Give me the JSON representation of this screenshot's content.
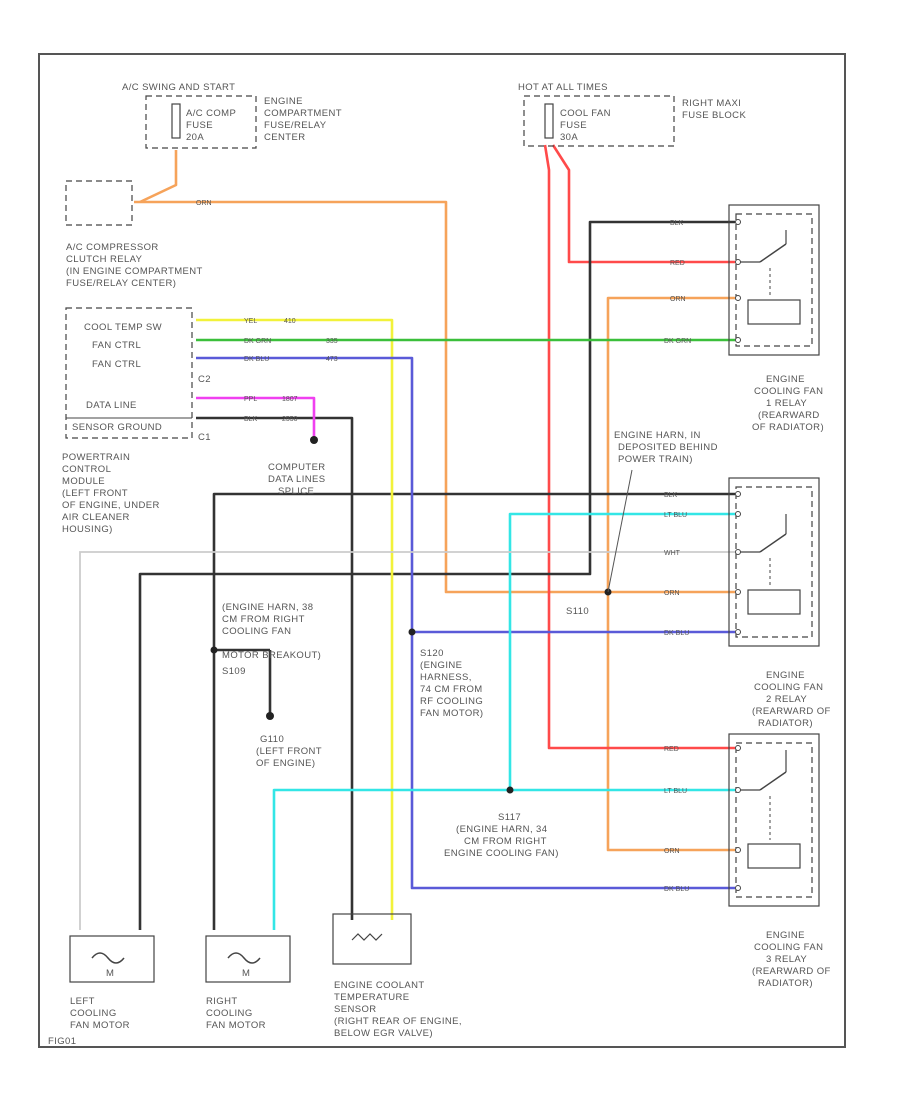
{
  "components": {
    "fuse_left_header": "A/C SWING AND START",
    "fuse_left_name": "A/C COMP",
    "fuse_left_name2": "FUSE",
    "fuse_left_rating": "20A",
    "fuse_left_block": [
      "ENGINE",
      "COMPARTMENT",
      "FUSE/RELAY",
      "CENTER"
    ],
    "fuse_right_header": "HOT AT ALL TIMES",
    "fuse_right_name": "COOL FAN",
    "fuse_right_name2": "FUSE",
    "fuse_right_rating": "30A",
    "fuse_right_block": [
      "RIGHT MAXI",
      "FUSE BLOCK"
    ],
    "ac_relay": [
      "A/C COMPRESSOR",
      "CLUTCH RELAY",
      "(IN ENGINE COMPARTMENT",
      "FUSE/RELAY CENTER)"
    ],
    "pcm_pins": [
      "COOL TEMP SW",
      "FAN CTRL",
      "FAN CTRL",
      "DATA LINE",
      "SENSOR GROUND"
    ],
    "pcm_connectors": [
      "C2",
      "C1"
    ],
    "pcm": [
      "POWERTRAIN",
      "CONTROL",
      "MODULE",
      "(LEFT FRONT",
      "OF ENGINE, UNDER",
      "AIR CLEANER",
      "HOUSING)"
    ],
    "data_splice": [
      "COMPUTER",
      "DATA LINES",
      "SPLICE"
    ],
    "relay1": [
      "ENGINE",
      "COOLING FAN",
      "1 RELAY",
      "(REARWARD",
      "OF RADIATOR)"
    ],
    "relay2": [
      "ENGINE",
      "COOLING FAN",
      "2 RELAY",
      "(REARWARD OF",
      "RADIATOR)"
    ],
    "relay3": [
      "ENGINE",
      "COOLING FAN",
      "3 RELAY",
      "(REARWARD OF",
      "RADIATOR)"
    ],
    "s110": [
      "ENGINE HARN, IN",
      "DEPOSITED BEHIND",
      "POWER TRAIN)"
    ],
    "s110_id": "S110",
    "s109": [
      "(ENGINE HARN, 38",
      "CM FROM RIGHT",
      "COOLING FAN",
      "MOTOR BREAKOUT)"
    ],
    "s109_id": "S109",
    "s120": [
      "S120",
      "(ENGINE",
      "HARNESS,",
      "74 CM FROM",
      "RF COOLING",
      "FAN MOTOR)"
    ],
    "g110": [
      "G110",
      "(LEFT FRONT",
      "OF ENGINE)"
    ],
    "s117": [
      "S117",
      "(ENGINE HARN, 34",
      "CM FROM RIGHT",
      "ENGINE COOLING FAN)"
    ],
    "left_motor": [
      "LEFT",
      "COOLING",
      "FAN MOTOR"
    ],
    "right_motor": [
      "RIGHT",
      "COOLING",
      "FAN MOTOR"
    ],
    "sensor": [
      "ENGINE COOLANT",
      "TEMPERATURE",
      "SENSOR",
      "(RIGHT REAR OF ENGINE,",
      "BELOW EGR VALVE)"
    ],
    "fig": "FIG01"
  },
  "wire_labels": {
    "orn": "ORN",
    "red": "RED",
    "blk": "BLK",
    "ylw": "YEL",
    "dkgrn": "DK GRN",
    "dkblu": "DK BLU",
    "ppl": "PPL",
    "ltblu": "LT BLU",
    "wht": "WHT",
    "pin2": "410",
    "pin3": "335",
    "pin4": "473",
    "pin5": "1807",
    "pin6": "2550"
  },
  "colors": {
    "orange": "#f6a35a",
    "red": "#ff4a4a",
    "black": "#333333",
    "yellow": "#f2f23a",
    "green": "#3bbf3b",
    "blue": "#5a5ad8",
    "magenta": "#f040f0",
    "cyan": "#33e6e6",
    "white_wire": "#dddddd"
  }
}
